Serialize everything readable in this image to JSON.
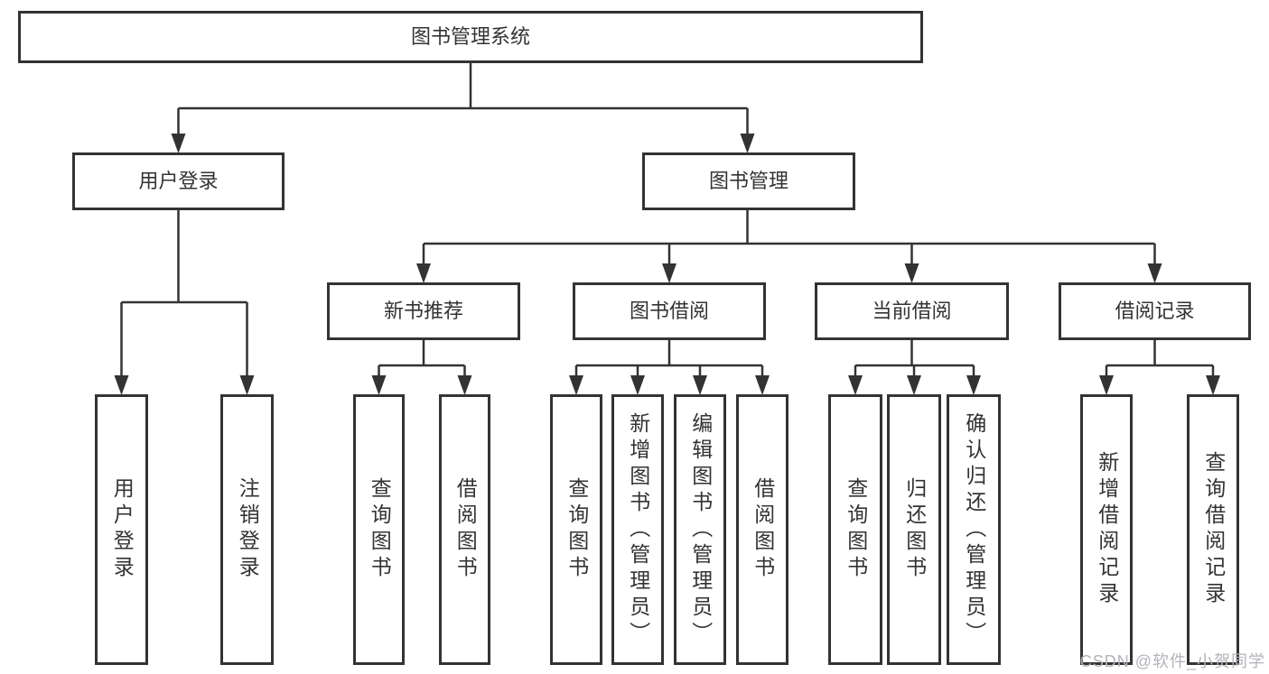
{
  "diagram": {
    "root": "图书管理系统",
    "level2": [
      "用户登录",
      "图书管理"
    ],
    "level3": [
      "新书推荐",
      "图书借阅",
      "当前借阅",
      "借阅记录"
    ],
    "leaves_user_login": [
      "用户登录",
      "注销登录"
    ],
    "leaves_new_book": [
      "查询图书",
      "借阅图书"
    ],
    "leaves_book_borrow": [
      "查询图书",
      "新增图书（管理员）",
      "编辑图书（管理员）",
      "借阅图书"
    ],
    "leaves_current_borrow": [
      "查询图书",
      "归还图书",
      "确认归还（管理员）"
    ],
    "leaves_borrow_record": [
      "新增借阅记录",
      "查询借阅记录"
    ]
  },
  "watermark": "CSDN @软件_小贺同学",
  "colors": {
    "line": "#333333",
    "text": "#333333",
    "watermark": "#b3b3ba"
  }
}
